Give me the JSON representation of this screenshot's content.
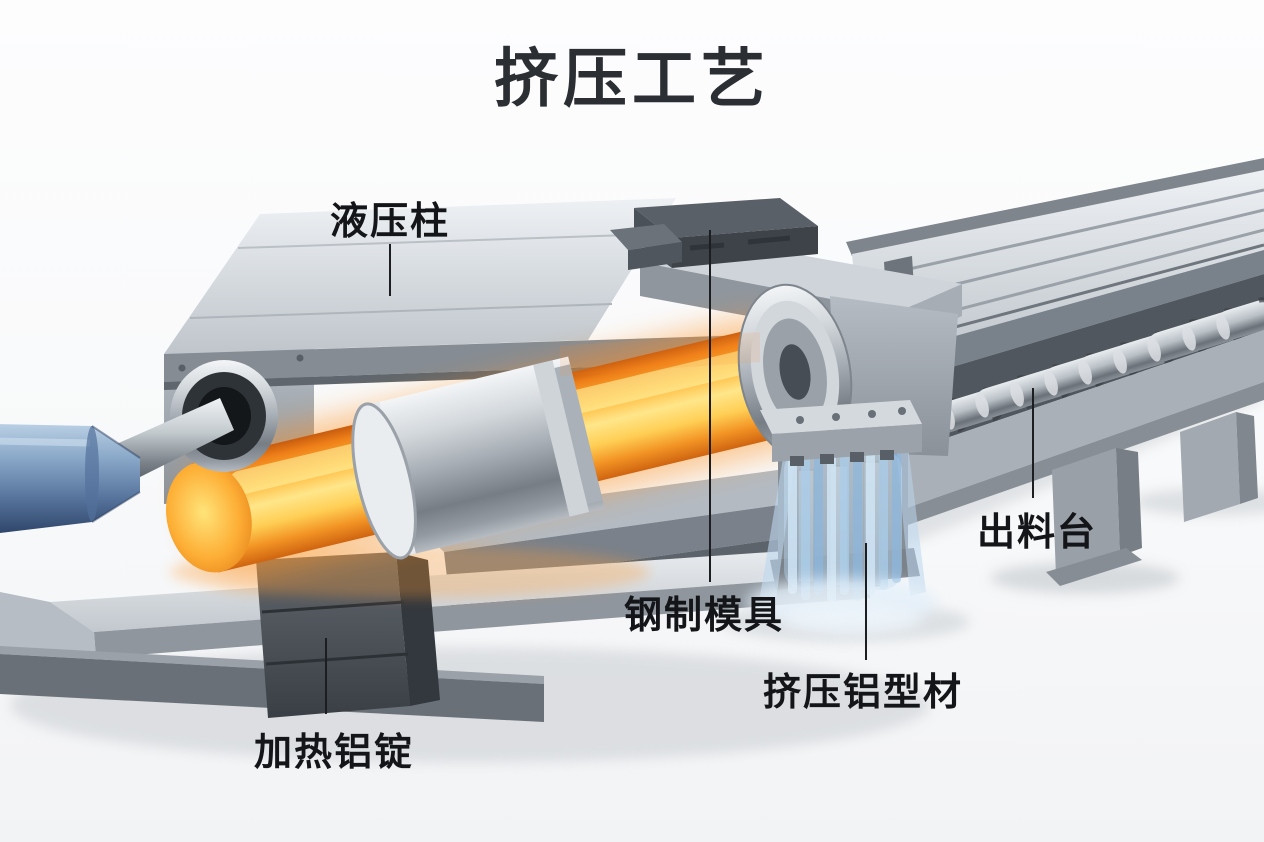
{
  "title": "挤压工艺",
  "labels": {
    "hydraulic_column": "液压柱",
    "steel_die": "钢制模具",
    "discharge_table": "出料台",
    "extruded_profile": "挤压铝型材",
    "heated_ingot": "加热铝锭"
  },
  "colors": {
    "background": "#f8f9fa",
    "title_text": "#2b2e33",
    "label_text": "#131518",
    "leader_line": "#1c1e21",
    "machine_metal_light": "#d4d9de",
    "machine_metal_mid": "#a6adb4",
    "machine_metal_dark": "#43484e",
    "billet_hot_yellow": "#ffe68a",
    "billet_glow_orange": "#ff9222",
    "ram_blue": "#6f8fb4",
    "quench_water_blue": "#aed1ec"
  }
}
